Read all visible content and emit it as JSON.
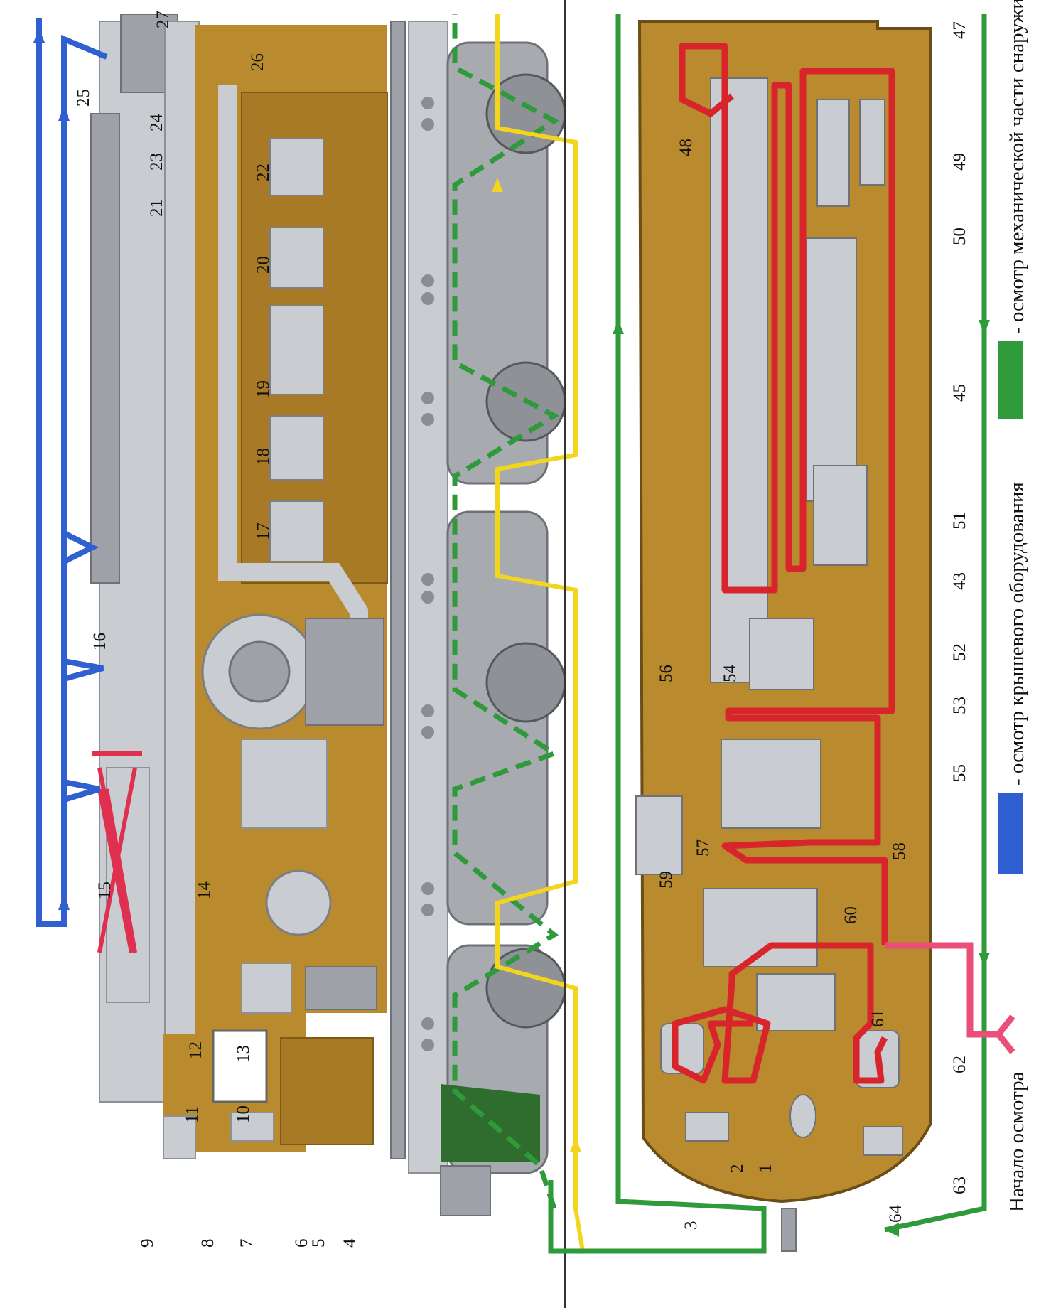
{
  "legend": {
    "items": [
      {
        "color": "#2f5fd0",
        "text": "- осмотр крышевого оборудования"
      },
      {
        "color": "#2e9a3a",
        "text": "- осмотр механической части снаружи"
      }
    ],
    "start_label": "Начало осмотра"
  },
  "colors": {
    "roof_route": "#2f5fd0",
    "exterior_route": "#2e9a3a",
    "interior_route": "#d8252b",
    "start_route": "#ea4f7a",
    "underframe_route": "#f3d51e",
    "pantograph": "#e03050",
    "body": "#b98a2e",
    "steel": "#c9ccd0"
  },
  "callouts_left": {
    "n9": "9",
    "n8": "8",
    "n7": "7",
    "n6": "6",
    "n5": "5",
    "n4": "4",
    "n11": "11",
    "n10": "10",
    "n13": "13",
    "n12": "12",
    "n14": "14",
    "n15": "15",
    "n16": "16",
    "n17": "17",
    "n18": "18",
    "n19": "19",
    "n20": "20",
    "n21": "21",
    "n22": "22",
    "n23": "23",
    "n24": "24",
    "n25": "25",
    "n26": "26",
    "n27": "27"
  },
  "callouts_right": {
    "n47": "47",
    "n48": "48",
    "n49": "49",
    "n50": "50",
    "n45": "45",
    "n51": "51",
    "n43": "43",
    "n52": "52",
    "n56": "56",
    "n54": "54",
    "n53": "53",
    "n55": "55",
    "n57": "57",
    "n58": "58",
    "n59": "59",
    "n60": "60",
    "n61": "61",
    "n62": "62",
    "n3": "3",
    "n2": "2",
    "n1": "1",
    "n64": "64",
    "n63": "63"
  }
}
